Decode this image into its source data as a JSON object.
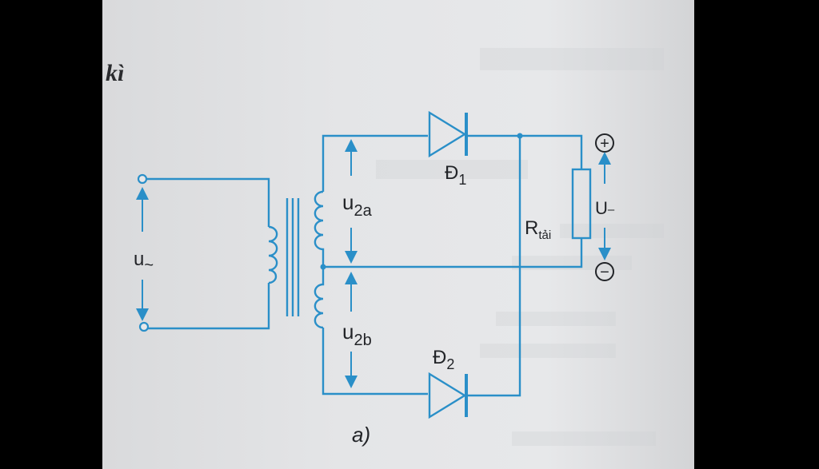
{
  "page_heading": "kì",
  "labels": {
    "u_in": "u",
    "u_in_sub": "~",
    "u2a": "u",
    "u2a_sub": "2a",
    "u2b": "u",
    "u2b_sub": "2b",
    "d1": "Đ",
    "d1_sub": "1",
    "d2": "Đ",
    "d2_sub": "2",
    "r_load": "R",
    "r_load_sub": "tải",
    "u_out": "U",
    "u_out_sub": "–",
    "plus": "+",
    "minus": "−",
    "caption": "a)"
  },
  "colors": {
    "wire": "#2a8fc8",
    "text": "#222428"
  }
}
